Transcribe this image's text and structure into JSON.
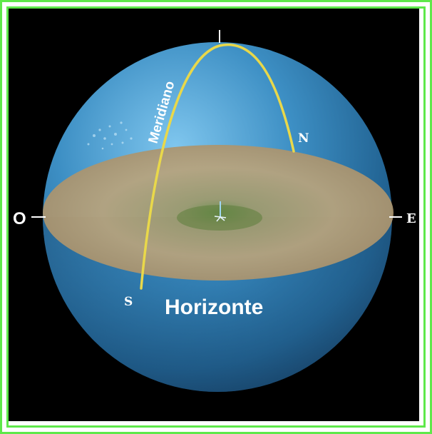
{
  "diagram": {
    "meridian_label": "Meridiano",
    "horizon_label": "Horizonte",
    "cardinal": {
      "north": "N",
      "south": "S",
      "east": "E",
      "west": "O"
    }
  },
  "colors": {
    "frame": "#5ee84a",
    "background": "#000000",
    "sphere": "#3a8fc4",
    "horizon_plane": "#b9a27a",
    "meridian": "#e9d84a"
  }
}
